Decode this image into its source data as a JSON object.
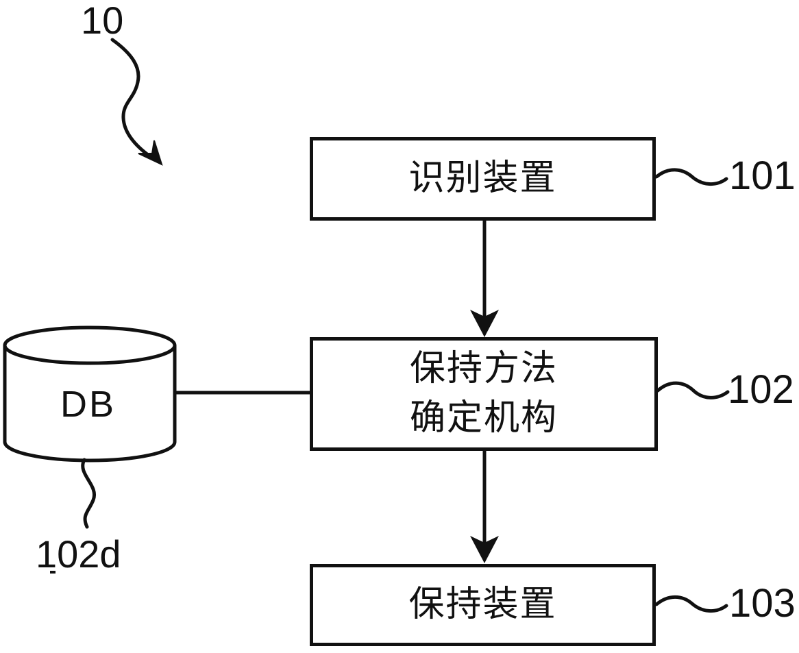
{
  "figure": {
    "ref": "10",
    "background": "#ffffff",
    "ink": "#111111",
    "blocks": [
      {
        "id": "block-101",
        "label": "识别装置",
        "ref": "101"
      },
      {
        "id": "block-102",
        "label_line1": "保持方法",
        "label_line2": "确定机构",
        "ref": "102"
      },
      {
        "id": "block-103",
        "label": "保持装置",
        "ref": "103"
      }
    ],
    "database": {
      "label": "DB",
      "ref": "102d"
    },
    "connections": [
      {
        "from": "101",
        "to": "102",
        "type": "arrow-down"
      },
      {
        "from": "102",
        "to": "103",
        "type": "arrow-down"
      },
      {
        "from": "DB",
        "to": "102",
        "type": "plain-line"
      }
    ]
  }
}
